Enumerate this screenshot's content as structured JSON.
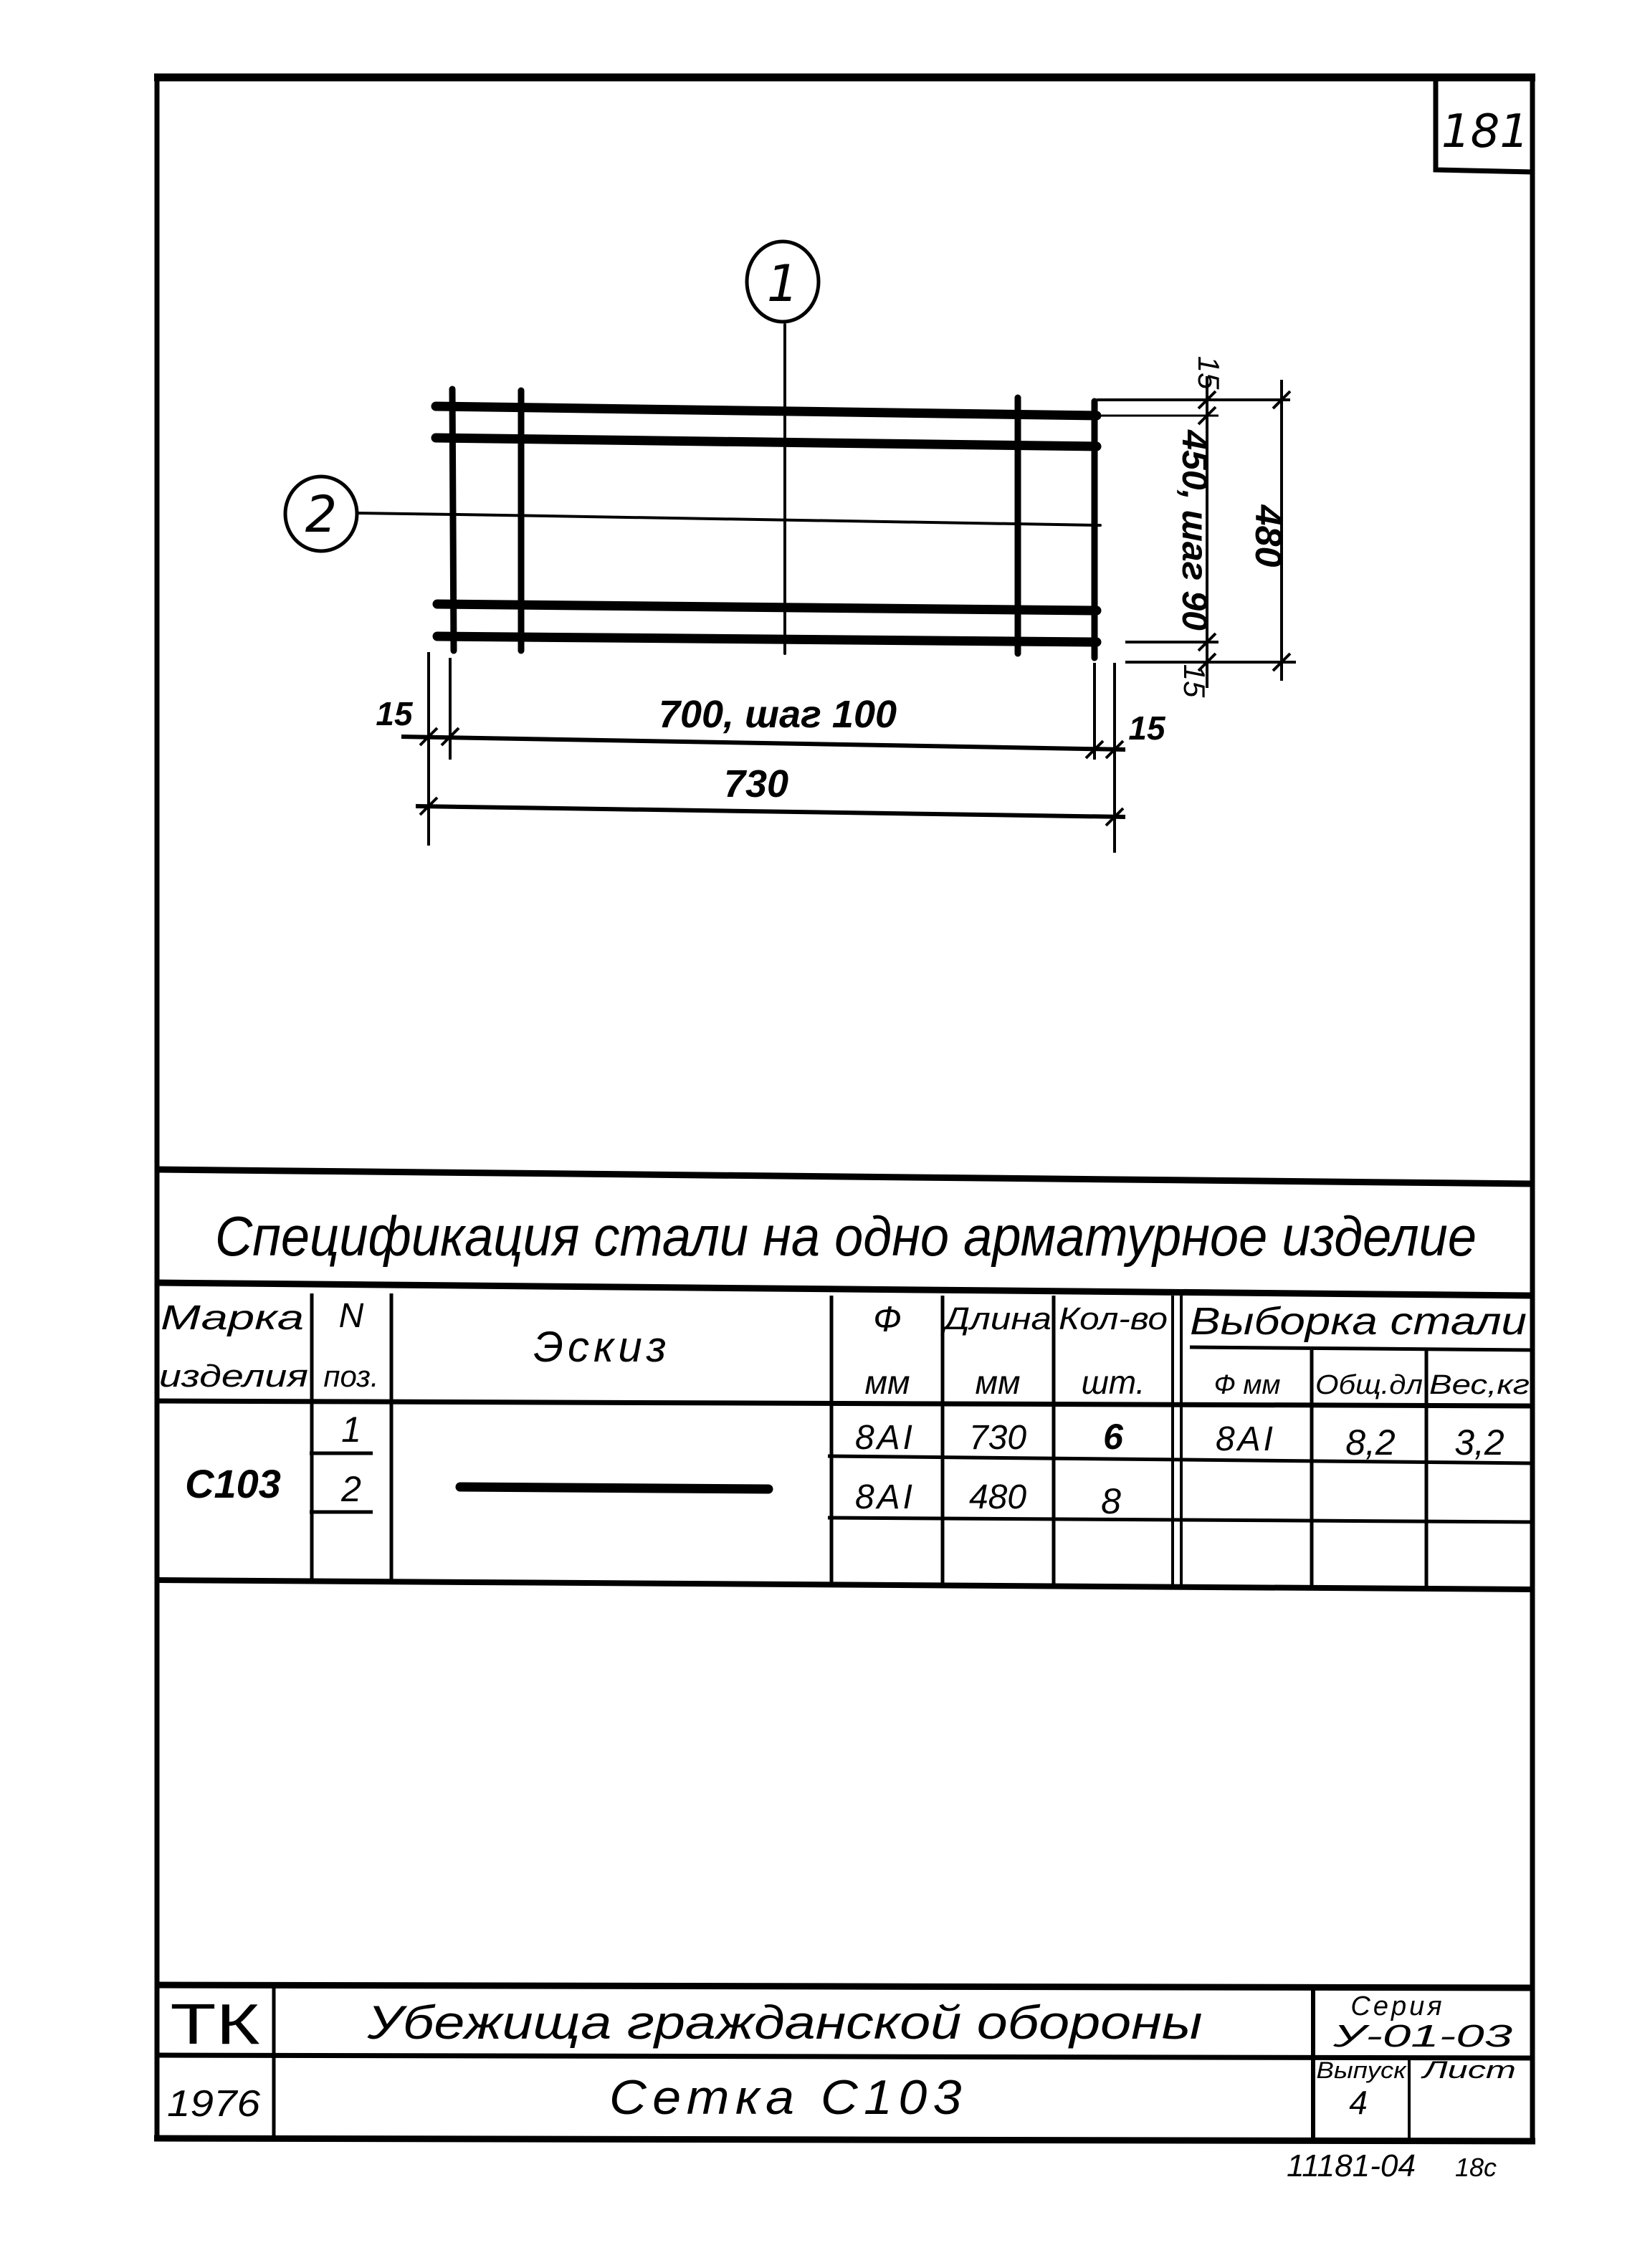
{
  "sheet": {
    "number": "181",
    "stamp": "11181-04",
    "stamp_suffix": "18c"
  },
  "drawing": {
    "callouts": [
      {
        "id": "1",
        "label": "1"
      },
      {
        "id": "2",
        "label": "2"
      }
    ],
    "dimensions": {
      "top_edge": "15",
      "vertical_span": "450, шаг 90",
      "bottom_edge": "15",
      "overall_height": "480",
      "left_edge": "15",
      "horizontal_span": "700, шаг 100",
      "right_edge": "15",
      "overall_width": "730"
    }
  },
  "spec": {
    "title": "Спецификация стали на одно арматурное изделие",
    "headers": {
      "mark_l1": "Марка",
      "mark_l2": "изделия",
      "pos_l1": "N",
      "pos_l2": "поз.",
      "sketch": "Эскиз",
      "dia_l1": "Ф",
      "dia_l2": "мм",
      "len_l1": "Длина",
      "len_l2": "мм",
      "qty_l1": "Кол-во",
      "qty_l2": "шт.",
      "sel_group": "Выборка стали",
      "sel_dia": "Ф мм",
      "sel_len": "Общ.дл",
      "sel_wt": "Вес,кг"
    },
    "mark": "С103",
    "rows": [
      {
        "pos": "1",
        "dia": "8AI",
        "length": "730",
        "qty": "6",
        "sel_dia": "8AI",
        "sel_len": "8,2",
        "sel_wt": "3,2"
      },
      {
        "pos": "2",
        "dia": "8AI",
        "length": "480",
        "qty": "8",
        "sel_dia": "",
        "sel_len": "",
        "sel_wt": ""
      },
      {
        "pos": "",
        "dia": "",
        "length": "",
        "qty": "",
        "sel_dia": "",
        "sel_len": "",
        "sel_wt": ""
      }
    ]
  },
  "title_block": {
    "org": "ТК",
    "year": "1976",
    "project": "Убежища гражданской обороны",
    "sheet_title": "Сетка С103",
    "series_label": "Серия",
    "series_value": "У-01-03",
    "issue_label": "Выпуск",
    "issue_value": "4",
    "sheet_label": "Лист",
    "sheet_value": ""
  }
}
